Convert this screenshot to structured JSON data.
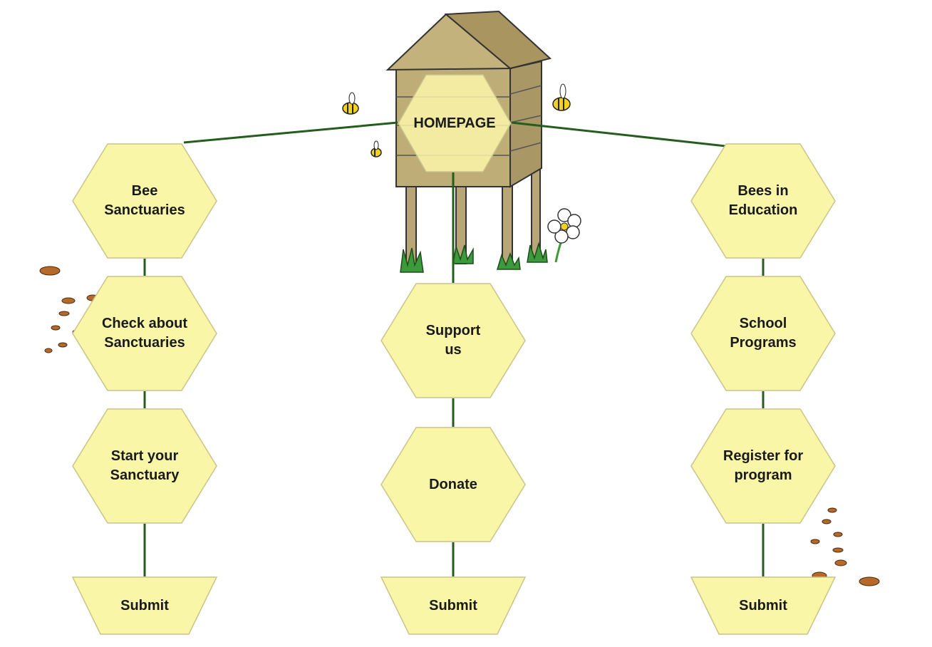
{
  "home": {
    "label": "HOMEPAGE"
  },
  "columns": [
    {
      "nodes": [
        "Bee\nSanctuaries",
        "Check about\nSanctuaries",
        "Start your\nSanctuary"
      ],
      "submit": "Submit"
    },
    {
      "nodes": [
        "Support\nus",
        "Donate"
      ],
      "submit": "Submit"
    },
    {
      "nodes": [
        "Bees in\nEducation",
        "School\nPrograms",
        "Register for\nprogram"
      ],
      "submit": "Submit"
    }
  ],
  "colors": {
    "hex_fill": "#faf6a8",
    "hex_stroke": "#c9c48a",
    "line": "#245e1c",
    "hive": "#bba870"
  }
}
